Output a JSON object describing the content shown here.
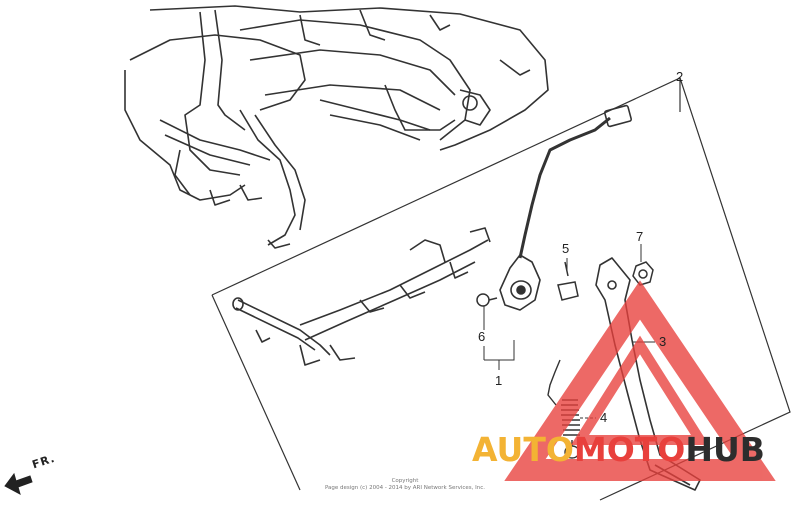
{
  "callouts": {
    "c1": "1",
    "c2": "2",
    "c3": "3",
    "c4": "4",
    "c5": "5",
    "c6": "6",
    "c7": "7"
  },
  "direction_label": "FR.",
  "copyright": {
    "line1": "Copyright",
    "line2": "Page design (c) 2004 - 2014 by ARI Network Services, Inc."
  },
  "watermark": {
    "part1": "AUTO",
    "part2": "MOTO",
    "part3": "HUB",
    "colors": {
      "yellow": "#f3b334",
      "red": "#e8403c",
      "dark": "#2d2d2d"
    }
  }
}
